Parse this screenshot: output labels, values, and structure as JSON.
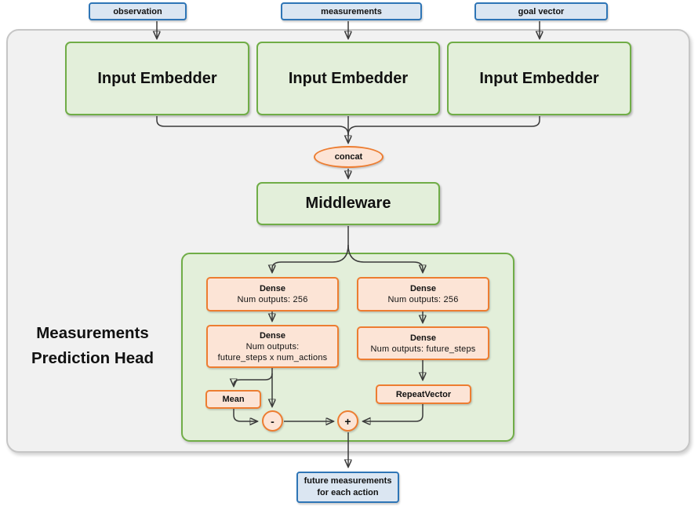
{
  "colors": {
    "blue-fill": "#dbe6f2",
    "blue-border": "#2e75b6",
    "green-fill": "#e3efda",
    "green-border": "#70ad47",
    "orange-fill": "#fce4d6",
    "orange-border": "#ed7d31",
    "gray-fill": "#f1f1f1",
    "gray-border": "#c6c6c6",
    "line": "#3a3a3a"
  },
  "inputs": [
    {
      "label": "observation"
    },
    {
      "label": "measurements"
    },
    {
      "label": "goal vector"
    }
  ],
  "embedders": [
    {
      "label": "Input Embedder"
    },
    {
      "label": "Input Embedder"
    },
    {
      "label": "Input Embedder"
    }
  ],
  "concat": {
    "label": "concat"
  },
  "middleware": {
    "label": "Middleware"
  },
  "head": {
    "title_line1": "Measurements",
    "title_line2": "Prediction Head",
    "left": {
      "dense1": {
        "title": "Dense",
        "line1": "Num outputs: 256"
      },
      "dense2": {
        "title": "Dense",
        "line1": "Num outputs:",
        "line2": "future_steps x num_actions"
      },
      "mean": {
        "label": "Mean"
      },
      "minus": {
        "label": "-"
      }
    },
    "right": {
      "dense1": {
        "title": "Dense",
        "line1": "Num outputs: 256"
      },
      "dense2": {
        "title": "Dense",
        "line1": "Num outputs: future_steps"
      },
      "repeat": {
        "label": "RepeatVector"
      },
      "plus": {
        "label": "+"
      }
    }
  },
  "output": {
    "line1": "future measurements",
    "line2": "for each action"
  }
}
